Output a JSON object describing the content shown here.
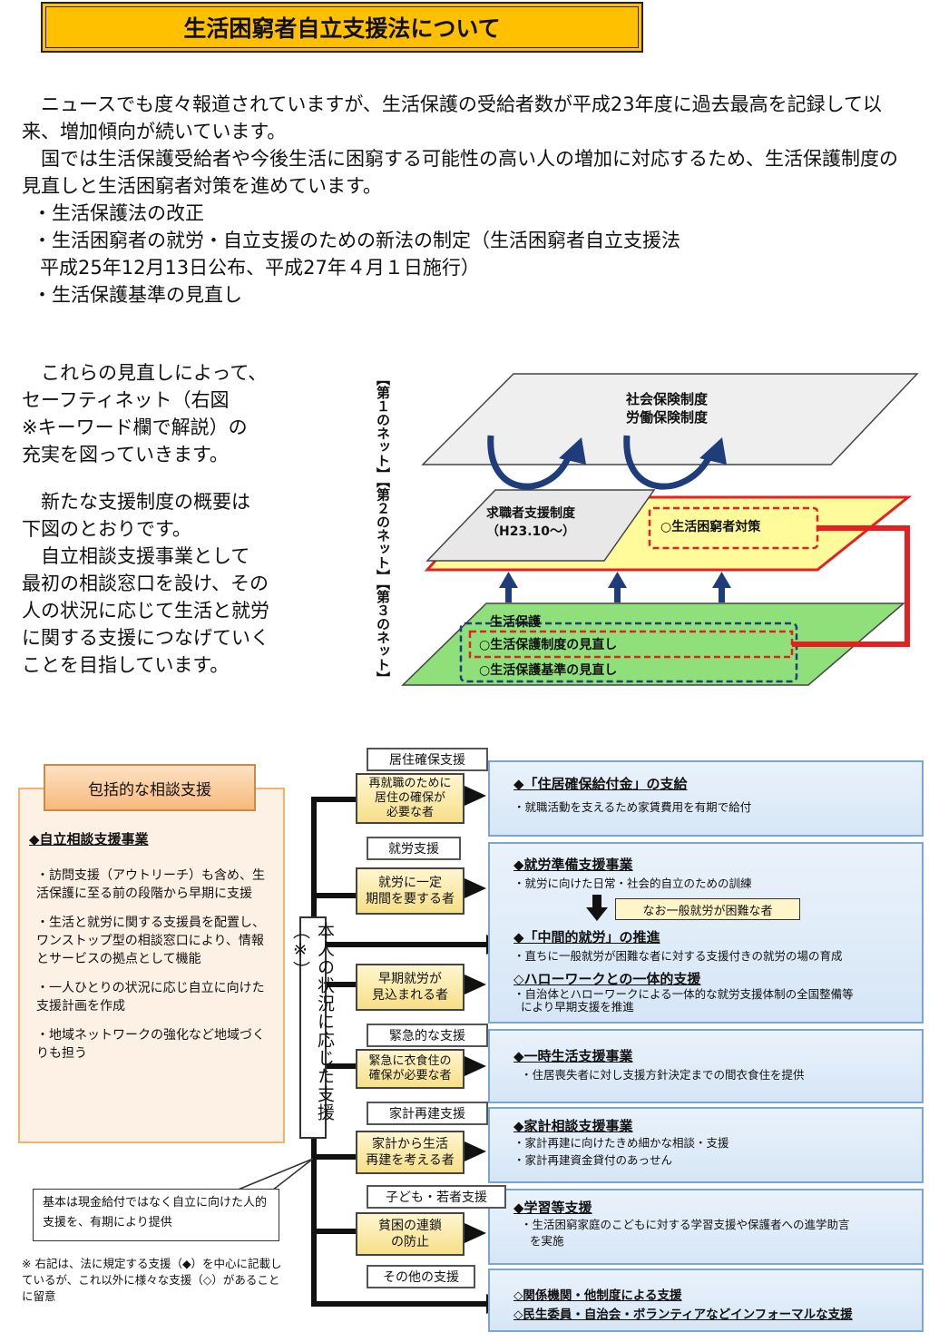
{
  "title": "生活困窮者自立支援法について",
  "intro": {
    "p1": "ニュースでも度々報道されていますが、生活保護の受給者数が平成23年度に過去最高を記録して以来、増加傾向が続いています。",
    "p2": "国では生活保護受給者や今後生活に困窮する可能性の高い人の増加に対応するため、生活保護制度の見直しと生活困窮者対策を進めています。",
    "b1": "・生活保護法の改正",
    "b2a": "・生活困窮者の就労・自立支援のための新法の制定（生活困窮者自立支援法",
    "b2b": "平成25年12月13日公布、平成27年４月１日施行）",
    "b3": "・生活保護基準の見直し"
  },
  "side": {
    "l1": "これらの見直しによって、",
    "l2": "セーフティネット（右図",
    "l3": "※キーワード欄で解説）の",
    "l4": "充実を図っていきます。",
    "l5": "新たな支援制度の概要は",
    "l6": "下図のとおりです。",
    "l7": "自立相談支援事業として",
    "l8": "最初の相談窓口を設け、その",
    "l9": "人の状況に応じて生活と就労",
    "l10": "に関する支援につなげていく",
    "l11": "ことを目指しています。"
  },
  "net": {
    "side_label": "【第１のネット】【第２のネット】【第３のネット】",
    "top1": "社会保険制度",
    "top2": "労働保険制度",
    "job1": "求職者支援制度",
    "job2": "（H23.10〜）",
    "poverty": "○生活困窮者対策",
    "welfare": "生活保護",
    "w1": "○生活保護制度の見直し",
    "w2": "○生活保護基準の見直し",
    "colors": {
      "yellow": "#fffb9a",
      "green": "#8fe07a",
      "red": "#e62020",
      "blue": "#1f3d7a",
      "gray": "#efefef"
    }
  },
  "support": {
    "left_title": "包括的な相談支援",
    "left_head": "◆自立相談支援事業",
    "left_items": [
      "・訪問支援（アウトリーチ）も含め、生活保護に至る前の段階から早期に支援",
      "・生活と就労に関する支援員を配置し、ワンストップ型の相談窓口により、情報とサービスの拠点として機能",
      "・一人ひとりの状況に応じ自立に向けた支援計画を作成",
      "・地域ネットワークの強化など地域づくりも担う"
    ],
    "vertical": "本人の状況に応じた支援（※）",
    "callout": "基本は現金給付ではなく自立に向けた人的支援を、有期により提供",
    "note": "※ 右記は、法に規定する支援（◆）を中心に記載しているが、これ以外に様々な支援（◇）があることに留意",
    "tags": [
      "居住確保支援",
      "就労支援",
      "緊急的な支援",
      "家計再建支援",
      "子ども・若者支援",
      "その他の支援"
    ],
    "conds": [
      "再就職のために\n居住の確保が\n必要な者",
      "就労に一定\n期間を要する者",
      "早期就労が\n見込まれる者",
      "緊急に衣食住の\n確保が必要な者",
      "家計から生活\n再建を考える者",
      "貧困の連鎖\nの防止"
    ],
    "items": {
      "housing_h": "◆「住居確保給付金」の支給",
      "housing_t": "・就職活動を支えるため家賃費用を有期で給付",
      "work1_h": "◆就労準備支援事業",
      "work1_t": "・就労に向けた日常・社会的自立のための訓練",
      "work_note": "なお一般就労が困難な者",
      "work2_h": "◆「中間的就労」の推進",
      "work2_t": "・直ちに一般就労が困難な者に対する支援付きの就労の場の育成",
      "work3_h": "◇ハローワークとの一体的支援",
      "work3_t1": "・自治体とハローワークによる一体的な就労支援体制の全国整備等",
      "work3_t2": "により早期支援を推進",
      "emerg_h": "◆一時生活支援事業",
      "emerg_t": "・住居喪失者に対し支援方針決定までの間衣食住を提供",
      "house_h": "◆家計相談支援事業",
      "house_t1": "・家計再建に向けたきめ細かな相談・支援",
      "house_t2": "・家計再建資金貸付のあっせん",
      "child_h": "◆学習等支援",
      "child_t1": "・生活困窮家庭のこどもに対する学習支援や保護者への進学助言",
      "child_t2": "を実施",
      "other_h1": "◇関係機関・他制度による支援",
      "other_h2": "◇民生委員・自治会・ボランティアなどインフォーマルな支援"
    }
  }
}
